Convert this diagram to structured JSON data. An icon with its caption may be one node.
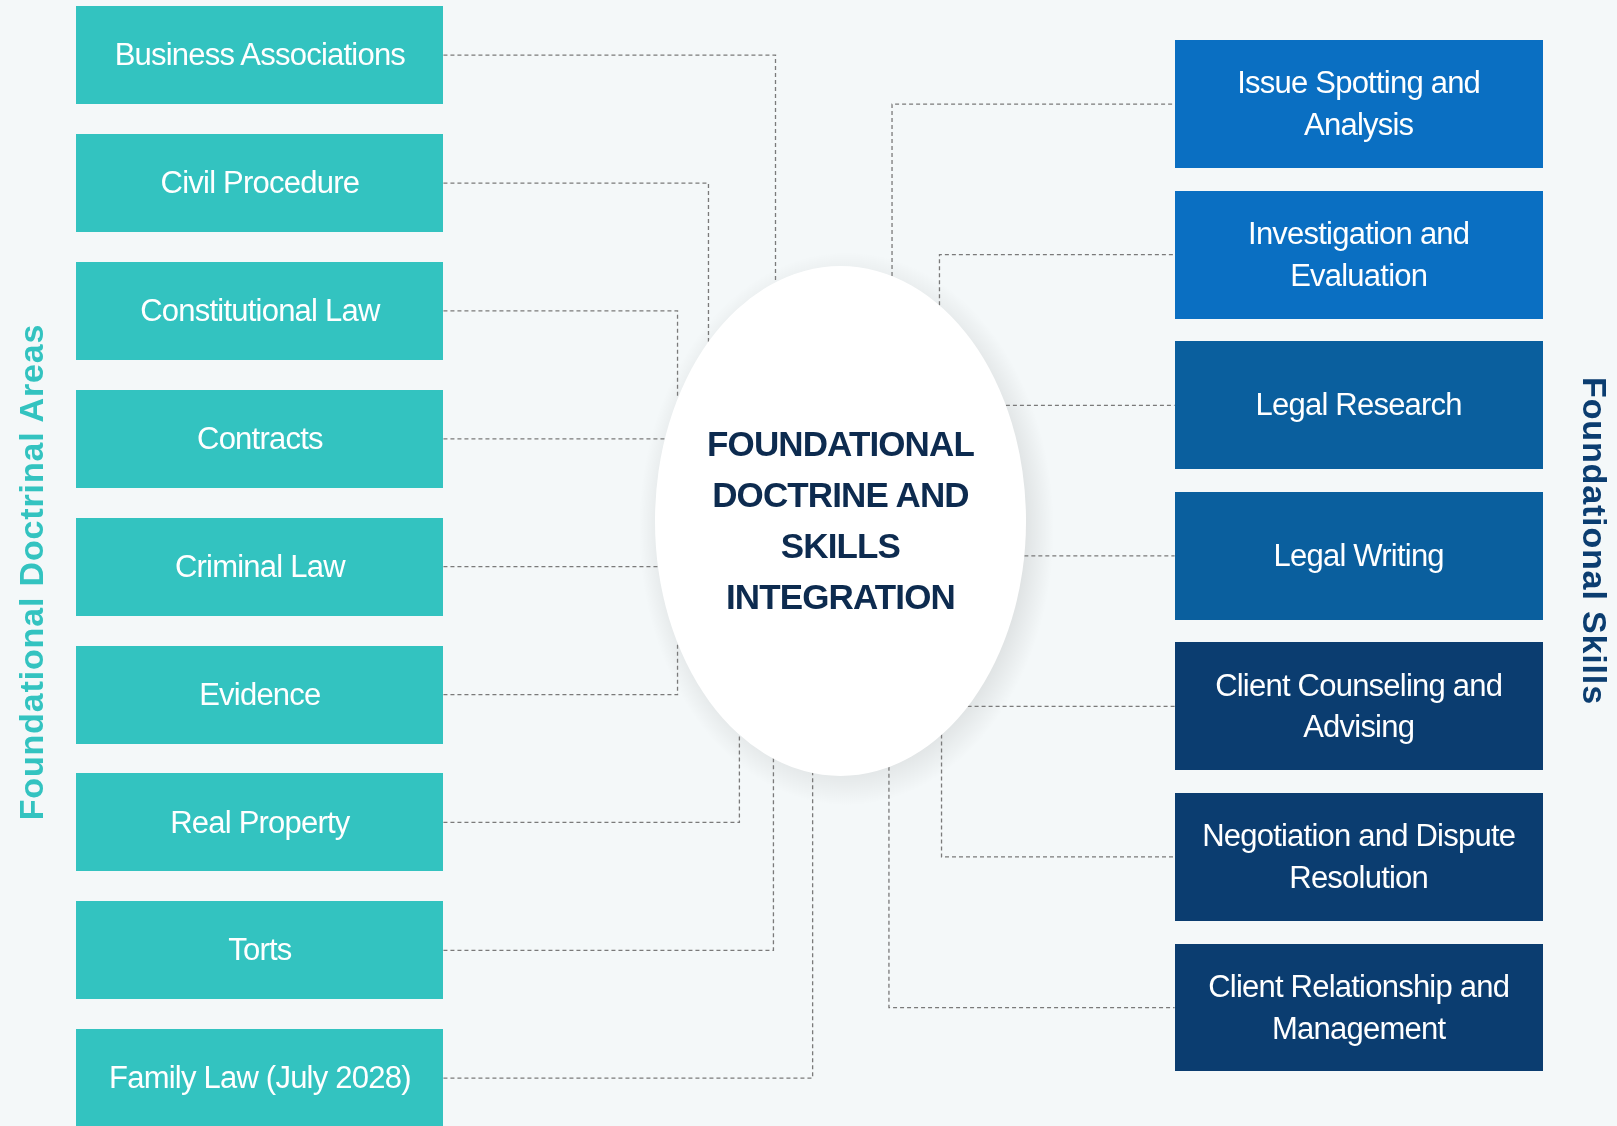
{
  "diagram": {
    "nodes": [
      {
        "text": [
          "Business Associations"
        ]
      },
      {
        "text": [
          "Civil Procedure"
        ]
      },
      {
        "text": [
          "Constitutional Law"
        ]
      },
      {
        "text": [
          "Contracts"
        ]
      },
      {
        "text": [
          "Criminal Law"
        ]
      },
      {
        "text": [
          "Evidence"
        ]
      },
      {
        "text": [
          "Real Property"
        ]
      },
      {
        "text": [
          "Torts"
        ]
      },
      {
        "text": [
          "Family Law (July 2028)"
        ]
      },
      {
        "text": [
          "FOUNDATIONAL DOCTRINE AND SKILLS INTEGRATION"
        ]
      },
      {
        "text": [
          "Issue Spotting and Analysis"
        ]
      },
      {
        "text": [
          "Investigation and Evaluation"
        ]
      },
      {
        "text": [
          "Legal Research"
        ]
      },
      {
        "text": [
          "Legal Writing"
        ]
      },
      {
        "text": [
          "Client Counseling and Advising"
        ]
      },
      {
        "text": [
          "Negotiation and Dispute Resolution"
        ]
      },
      {
        "text": [
          "Client Relationship and Management"
        ]
      }
    ],
    "edges": [
      {
        "from": 0,
        "to": 9,
        "arrow": "none",
        "style": "dashed"
      },
      {
        "from": 1,
        "to": 9,
        "arrow": "none",
        "style": "dashed"
      },
      {
        "from": 2,
        "to": 9,
        "arrow": "none",
        "style": "dashed"
      },
      {
        "from": 3,
        "to": 9,
        "arrow": "none",
        "style": "dashed"
      },
      {
        "from": 4,
        "to": 9,
        "arrow": "none",
        "style": "dashed"
      },
      {
        "from": 5,
        "to": 9,
        "arrow": "none",
        "style": "dashed"
      },
      {
        "from": 6,
        "to": 9,
        "arrow": "none",
        "style": "dashed"
      },
      {
        "from": 7,
        "to": 9,
        "arrow": "none",
        "style": "dashed"
      },
      {
        "from": 8,
        "to": 9,
        "arrow": "none",
        "style": "dashed"
      },
      {
        "from": 9,
        "to": 10,
        "arrow": "none",
        "style": "dashed"
      },
      {
        "from": 9,
        "to": 11,
        "arrow": "none",
        "style": "dashed"
      },
      {
        "from": 9,
        "to": 12,
        "arrow": "none",
        "style": "dashed"
      },
      {
        "from": 9,
        "to": 13,
        "arrow": "none",
        "style": "dashed"
      },
      {
        "from": 9,
        "to": 14,
        "arrow": "none",
        "style": "dashed"
      },
      {
        "from": 9,
        "to": 15,
        "arrow": "none",
        "style": "dashed"
      },
      {
        "from": 9,
        "to": 16,
        "arrow": "none",
        "style": "dashed"
      }
    ],
    "labels": [
      "Foundational Doctrinal Areas",
      "Foundational Skills"
    ]
  }
}
